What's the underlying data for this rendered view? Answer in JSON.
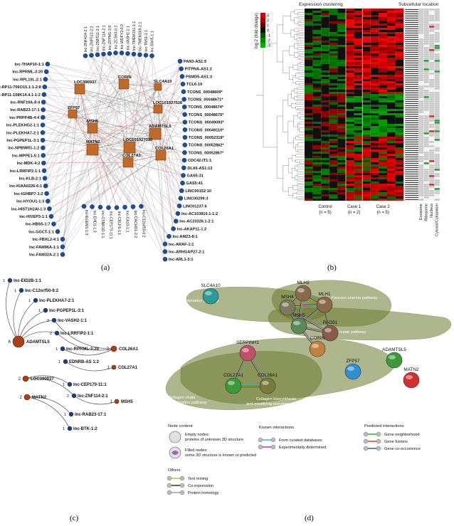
{
  "panel_a": {
    "label": "(a)",
    "hubs": [
      "LOC390937",
      "CORIN",
      "SLC4A10",
      "LOC101927526",
      "ZFP57",
      "MSH5",
      "MATN2",
      "LOC101927310",
      "COL27A1",
      "ADAMTSL5",
      "COL26A1"
    ],
    "left_lnc": [
      "lnc-THAP10-1:1",
      "lnc-RPRML-3:20",
      "lnc-RPL10L-2:1",
      "lnc-RP11-706O15.1:1-2:8",
      "lnc-RP11-108K14.4.1-1:2",
      "lnc-RNF19A-8:4",
      "lnc-RAB23-17:1",
      "lnc-PRPF4B-4:4",
      "lnc-PLEKHG2-1:1",
      "lnc-PLEKHA7-2:1",
      "lnc-PGPEP1L-3:1",
      "lnc-NPBWR1-1:2",
      "lnc-MPPE1-5:1",
      "lnc-MDK-4:2",
      "lnc-LRRFIP2-1:1",
      "lnc-KLB-2:1",
      "lnc-KIAA0226-6:1",
      "lnc-IGHBP7-1:2",
      "lnc-HYOU1-1:3",
      "lnc-HIST1H2AI-1:3",
      "lnc-HIVEP3-1:1",
      "lnc-HBS5-1:7",
      "lnc-GGCT-1:1",
      "lnc-FBXL2-4:1",
      "lnc-FAM96A-1:1",
      "lnc-FAM32A-2:1"
    ],
    "right_lnc": [
      "PAN3-AS1:5",
      "PITPNA-AS1:2",
      "PSMD5-AS1:3",
      "TCL6:19",
      "TCONS_00048609*",
      "TCONS_00048671*",
      "TCONS_00048674*",
      "TCONS_00048675*",
      "TCONS_00049093*",
      "TCONS_00049110*",
      "TCONS_00052318*",
      "TCONS_00052862*",
      "TCONS_00052867*",
      "CDC42-IT1:1",
      "DLX6-AS1:13",
      "GAS5:31",
      "GAS5:41",
      "LINC00152:10",
      "LINC00299:3",
      "LINC01237:6",
      "lnc-AC103810.1-1:2",
      "lnc-AC23326.1-2:1",
      "lnc-AKAP11-1:2",
      "lnc-AMZ3-8:1",
      "lnc-ARAF-1:1",
      "lnc-ARHGAP27-2:1",
      "lnc-ARL1-3:1"
    ],
    "top_lnc": [
      "lnc-ZNF414-2:1",
      "lnc-ZNF512-2:2",
      "lnc-ZNF511-3:1",
      "lnc-ZNF114-2:1",
      "lnc-ZFPM1-3:9",
      "lnc-ZC3H3-6:2",
      "lnc-WDFY2-6:2",
      "lnc-VASH2-1:1",
      "lnc-TMEM161-1:1",
      "lnc-TMEM169-1:1",
      "lnc-TNS1-1:1",
      "lnc-SWI5-1:1"
    ],
    "bottom_lnc": [
      "lnc-EGEM1-1:3",
      "lnc-EHD1-1:3",
      "lnc-CSNK1D-1:1",
      "lnc-CEP170-11:1",
      "lnc-CELF6-1:1",
      "lnc-CA10-1:1",
      "lnc-CACHD1-2:2",
      "lnc-C12orf50-6:2"
    ]
  },
  "panel_b": {
    "label": "(b)",
    "heatmap_title": "Expression clustering",
    "location_title": "Subcellular location",
    "legend_title": "log 2 (fold change)",
    "legend_ticks": [
      "3",
      "2",
      "1",
      "0",
      "-1",
      "-2",
      "-3"
    ],
    "groups": [
      {
        "name": "Control",
        "n": "(n = 5)"
      },
      {
        "name": "Case 1",
        "n": "(n = 2)"
      },
      {
        "name": "Case 2",
        "n": "(n = 5)"
      }
    ],
    "location_cols": [
      "Exosome",
      "Ribosome",
      "Nucleus",
      "Cytosol/Cytoplasm"
    ],
    "row_count": 90
  },
  "panel_c": {
    "label": "(c)",
    "hubs": [
      {
        "name": "ADAMTSL5",
        "degree": "6"
      },
      {
        "name": "LOC390937",
        "degree": "2"
      },
      {
        "name": "MATN2",
        "degree": "2"
      },
      {
        "name": "COL26A1",
        "degree": "3"
      },
      {
        "name": "COL27A1",
        "degree": "1"
      },
      {
        "name": "MSH5",
        "degree": "1"
      }
    ],
    "lnc": [
      {
        "name": "lnc-EID2B-1:1",
        "degree": "1"
      },
      {
        "name": "lnc-C12orf50-6:2",
        "degree": "1"
      },
      {
        "name": "lnc-PLEKHA7-2:1",
        "degree": "1"
      },
      {
        "name": "lnc-PGPEP1L-3:1",
        "degree": "1"
      },
      {
        "name": "lnc-VASH2-1:1",
        "degree": "2"
      },
      {
        "name": "lnc-LRRFIP2-1:1",
        "degree": "2"
      },
      {
        "name": "lnc-RPRML-3:20",
        "degree": "1"
      },
      {
        "name": "EDNRB-AS 1:2",
        "degree": "1"
      },
      {
        "name": "lnc-CEP170-11:1",
        "degree": "1"
      },
      {
        "name": "lnc-ZNF114-2:1",
        "degree": "2"
      },
      {
        "name": "lnc-RAB23-17:1",
        "degree": "1"
      },
      {
        "name": "lnc-BTK-1:2",
        "degree": "1"
      }
    ]
  },
  "panel_d": {
    "label": "(d)",
    "nodes": [
      "SLC4A10",
      "MLH3",
      "MLH1",
      "MSH4",
      "MSH5",
      "RAD51",
      "SERPINH1",
      "CORIN",
      "ZFP57",
      "ADAMTSL5",
      "MATN2",
      "COL27A1",
      "COL26A1"
    ],
    "pathways": [
      "Fanconi anemia pathway",
      "Meiotic recombination pathway",
      "Mismatch repair pathway",
      "Collagen chain trimerization pathway",
      "Collagen biosynthesis and modifying enzymes pathway"
    ],
    "legend": {
      "node_content_title": "Node content",
      "empty_nodes": "Empty nodes: proteins of unknown 3D structure",
      "filled_nodes": "Filled nodes: some 3D structure is known or predicted",
      "known_title": "Known interactions",
      "known": [
        "From curated databases",
        "Experimentally determined"
      ],
      "predicted_title": "Predicted interactions",
      "predicted": [
        "Gene neighborhood",
        "Gene fusions",
        "Gene co-occurrence"
      ],
      "others_title": "Others",
      "others": [
        "Text mining",
        "Co-expression",
        "Protein homology"
      ]
    },
    "colors": {
      "edge_curated": "#35b8c9",
      "edge_experimental": "#c0398f",
      "edge_neighborhood": "#3aa64a",
      "edge_fusion": "#e23b2b",
      "edge_cooccurrence": "#2b5fb8",
      "edge_textmining": "#b5c834",
      "edge_coexpression": "#333333",
      "edge_homology": "#8fa3c8",
      "pathway_fill": "#6c7a2f"
    }
  }
}
